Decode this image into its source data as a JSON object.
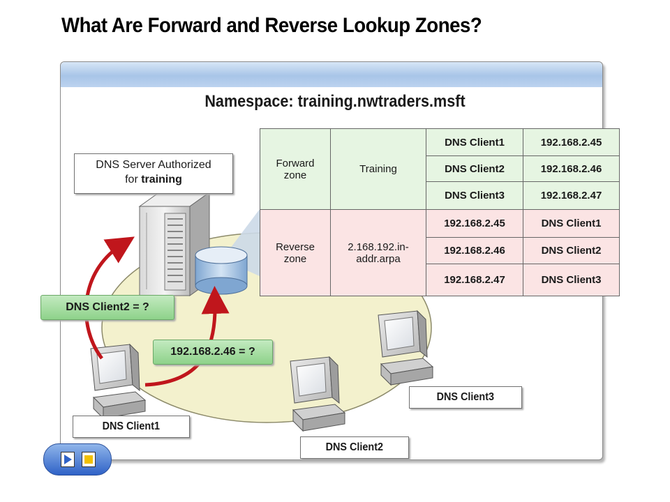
{
  "title": "What Are Forward and Reverse Lookup Zones?",
  "namespace": "Namespace: training.nwtraders.msft",
  "server_label": {
    "line1": "DNS Server Authorized",
    "line2_prefix": "for ",
    "line2_bold": "training"
  },
  "queries": {
    "name_query": "DNS Client2 = ?",
    "ip_query": "192.168.2.46 = ?"
  },
  "clients": {
    "client1": "DNS Client1",
    "client2": "DNS Client2",
    "client3": "DNS Client3"
  },
  "table": {
    "forward": {
      "zone_line1": "Forward",
      "zone_line2": "zone",
      "name": "Training",
      "rows": [
        {
          "left": "DNS Client1",
          "right": "192.168.2.45"
        },
        {
          "left": "DNS Client2",
          "right": "192.168.2.46"
        },
        {
          "left": "DNS Client3",
          "right": "192.168.2.47"
        }
      ]
    },
    "reverse": {
      "zone_line1": "Reverse",
      "zone_line2": "zone",
      "name_line1": "2.168.192.in-",
      "name_line2": "addr.arpa",
      "rows": [
        {
          "left": "192.168.2.45",
          "right": "DNS Client1"
        },
        {
          "left": "192.168.2.46",
          "right": "DNS Client2"
        },
        {
          "left": "192.168.2.47",
          "right": "DNS Client3"
        }
      ]
    }
  },
  "colors": {
    "arrow": "#c0161c",
    "forward_row": "#e6f5e2",
    "reverse_row": "#fbe4e4",
    "ellipse": "#f3f1cd",
    "label_green": "#a6df9f"
  },
  "icons": [
    "server-icon",
    "database-icon",
    "computer-icon",
    "play-icon",
    "stop-icon"
  ]
}
